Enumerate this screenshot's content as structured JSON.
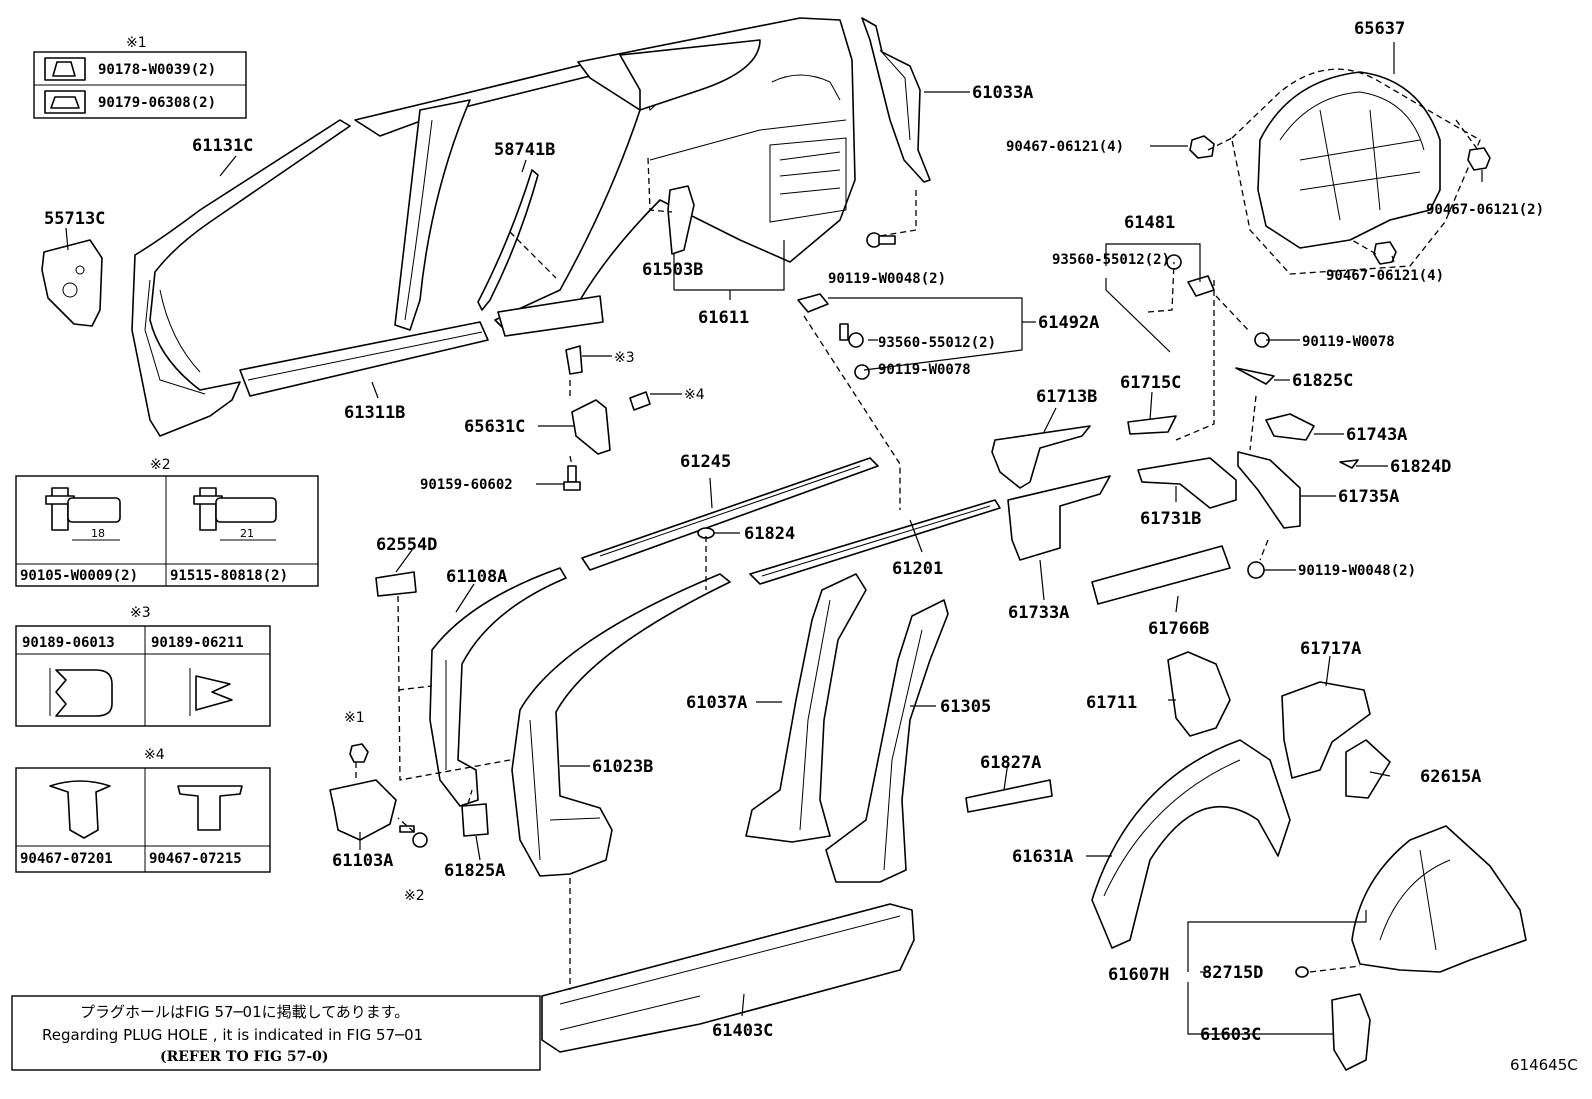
{
  "figure_id": "614645C",
  "note": {
    "line1": "プラグホールはFIG 57─01に掲載してあります。",
    "line2": "Regarding PLUG HOLE , it is indicated in FIG 57─01",
    "line3": "(REFER TO FIG 57-0)"
  },
  "legend": {
    "group1": {
      "mark": "※1",
      "items": [
        "90178-W0039(2)",
        "90179-06308(2)"
      ]
    },
    "group2": {
      "mark": "※2",
      "items": [
        "90105-W0009(2)",
        "91515-80818(2)"
      ],
      "dims": [
        "18",
        "21"
      ]
    },
    "group3": {
      "mark": "※3",
      "items": [
        "90189-06013",
        "90189-06211"
      ]
    },
    "group4": {
      "mark": "※4",
      "items": [
        "90467-07201",
        "90467-07215"
      ]
    }
  },
  "markers": {
    "m1": "※1",
    "m2": "※2",
    "m3": "※3",
    "m4": "※4"
  },
  "parts": {
    "p61131C": "61131C",
    "p55713C": "55713C",
    "p58741B": "58741B",
    "p61311B": "61311B",
    "p61503B": "61503B",
    "p61611": "61611",
    "p61033A": "61033A",
    "p90119W0048a": "90119-W0048(2)",
    "p65637": "65637",
    "p90467a": "90467-06121(4)",
    "p90467b": "90467-06121(2)",
    "p90467c": "90467-06121(4)",
    "p61481": "61481",
    "p93560a": "93560-55012(2)",
    "p61492A": "61492A",
    "p93560b": "93560-55012(2)",
    "p90119W0078a": "90119-W0078",
    "p90119W0078b": "90119-W0078",
    "p65631C": "65631C",
    "p90159": "90159-60602",
    "p61245": "61245",
    "p61824": "61824",
    "p61201": "61201",
    "p61713B": "61713B",
    "p61715C": "61715C",
    "p61825C": "61825C",
    "p61743A": "61743A",
    "p61824D": "61824D",
    "p61735A": "61735A",
    "p61731B": "61731B",
    "p61733A": "61733A",
    "p61766B": "61766B",
    "p90119W0048b": "90119-W0048(2)",
    "p62554D": "62554D",
    "p61108A": "61108A",
    "p61037A": "61037A",
    "p61305": "61305",
    "p61023B": "61023B",
    "p61711": "61711",
    "p61717A": "61717A",
    "p62615A": "62615A",
    "p61827A": "61827A",
    "p61103A": "61103A",
    "p61825A": "61825A",
    "p61631A": "61631A",
    "p61607H": "61607H",
    "p82715D": "82715D",
    "p61603C": "61603C",
    "p61403C": "61403C"
  }
}
